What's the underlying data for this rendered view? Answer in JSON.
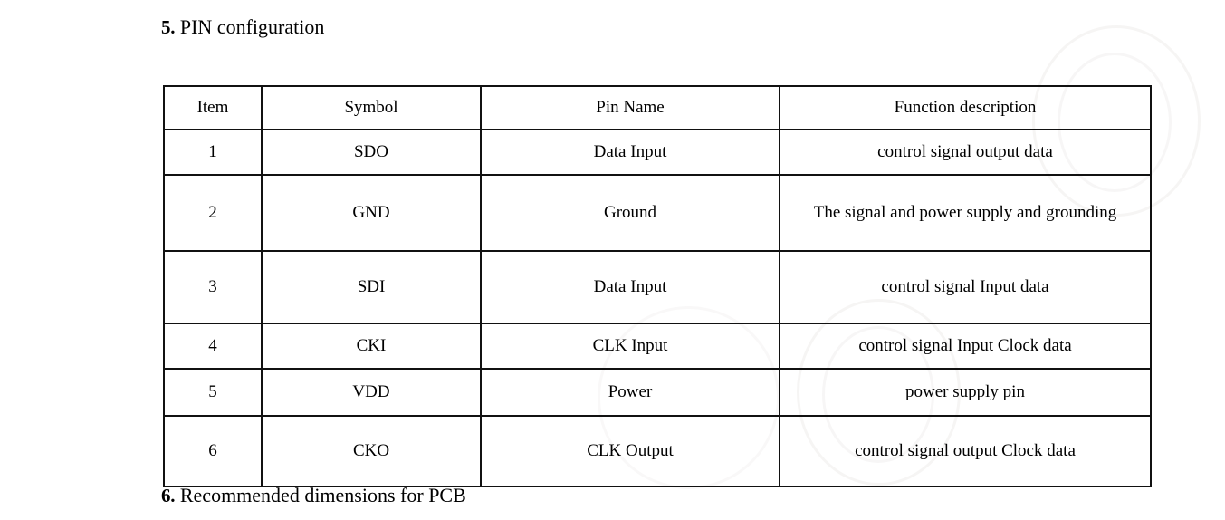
{
  "page": {
    "background_color": "#ffffff",
    "text_color": "#000000"
  },
  "sections": {
    "pin_configuration": {
      "number": "5.",
      "title": "PIN configuration"
    },
    "pcb_dimensions": {
      "number": "6.",
      "title": "Recommended dimensions for PCB"
    }
  },
  "pin_table": {
    "headers": {
      "item": "Item",
      "symbol": "Symbol",
      "pin_name": "Pin Name",
      "function": "Function description"
    },
    "rows": [
      {
        "item": "1",
        "symbol": "SDO",
        "pin_name": "Data Input",
        "function": "control signal output data"
      },
      {
        "item": "2",
        "symbol": "GND",
        "pin_name": "Ground",
        "function": "The signal and power supply and grounding"
      },
      {
        "item": "3",
        "symbol": "SDI",
        "pin_name": "Data Input",
        "function": "control signal Input data"
      },
      {
        "item": "4",
        "symbol": "CKI",
        "pin_name": "CLK Input",
        "function": "control signal Input Clock data"
      },
      {
        "item": "5",
        "symbol": "VDD",
        "pin_name": "Power",
        "function": "power supply pin"
      },
      {
        "item": "6",
        "symbol": "CKO",
        "pin_name": "CLK Output",
        "function": "control signal output Clock data"
      }
    ]
  }
}
